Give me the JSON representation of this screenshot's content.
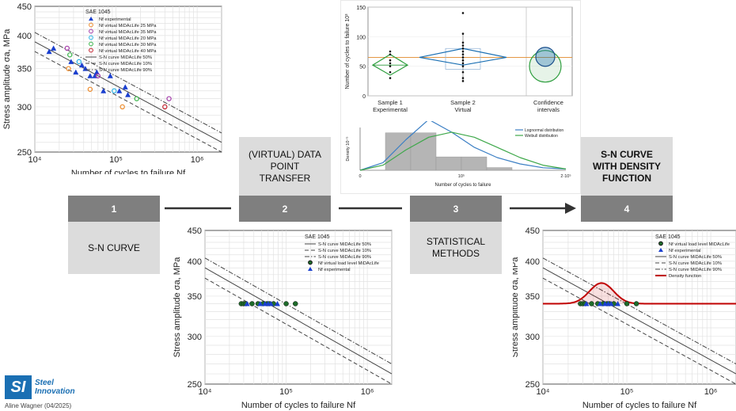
{
  "steps": [
    {
      "number": "1",
      "label": "S-N CURVE",
      "bold": false
    },
    {
      "number": "2",
      "label": "(VIRTUAL) DATA POINT TRANSFER",
      "bold": false
    },
    {
      "number": "3",
      "label": "STATISTICAL METHODS",
      "bold": false
    },
    {
      "number": "4",
      "label": "S-N CURVE WITH DENSITY FUNCTION",
      "bold": true
    }
  ],
  "colors": {
    "step_box": "#7f7f7f",
    "label_box": "#dcdcdc",
    "density": "#c00000",
    "accent_blue": "#1a6fb3"
  },
  "footer": {
    "author": "Aline Wagner (04/2025)",
    "logo_mark": "SI",
    "logo_line1": "Steel",
    "logo_line2": "Innovation"
  },
  "chart_data": [
    {
      "id": "sn-curve-step1",
      "type": "scatter",
      "title": "SAE 1045",
      "xlabel": "Number of cycles to failure Nf",
      "ylabel": "Stress amplitude σa, MPa",
      "xlim": [
        10000,
        2000000
      ],
      "ylim": [
        250,
        450
      ],
      "xscale": "log",
      "yscale": "log",
      "xticks": [
        "10⁴",
        "10⁵",
        "10⁶"
      ],
      "yticks": [
        "250",
        "300",
        "350",
        "400",
        "450"
      ],
      "grid": true,
      "legend_position": "top",
      "legend": [
        "Nf experimental",
        "Nf virtual MiDAcLife 25 MPa",
        "Nf virtual MiDAcLife 35 MPa",
        "Nf virtual MiDAcLife 20 MPa",
        "Nf virtual MiDAcLife 30 MPa",
        "Nf virtual MiDAcLife 40 MPa",
        "S-N curve MiDAcLife 50%",
        "S-N curve MiDAcLife 10%",
        "S-N curve MiDAcLife 90%"
      ],
      "series": [
        {
          "name": "Nf experimental",
          "marker": "triangle",
          "color": "#1a3fcf",
          "points": [
            [
              15000,
              375
            ],
            [
              17000,
              380
            ],
            [
              28000,
              360
            ],
            [
              32000,
              345
            ],
            [
              38000,
              355
            ],
            [
              42000,
              350
            ],
            [
              48000,
              340
            ],
            [
              55000,
              340
            ],
            [
              58000,
              345
            ],
            [
              70000,
              320
            ],
            [
              85000,
              340
            ],
            [
              110000,
              320
            ],
            [
              130000,
              325
            ],
            [
              140000,
              315
            ]
          ]
        },
        {
          "name": "Nf virtual MiDAcLife 25 MPa",
          "marker": "circle",
          "color": "#ee8a2a",
          "points": [
            [
              26000,
              350
            ],
            [
              48000,
              322
            ],
            [
              120000,
              300
            ]
          ]
        },
        {
          "name": "Nf virtual MiDAcLife 35 MPa",
          "marker": "circle",
          "color": "#a23aa8",
          "points": [
            [
              25000,
              380
            ],
            [
              60000,
              340
            ],
            [
              450000,
              310
            ]
          ]
        },
        {
          "name": "Nf virtual MiDAcLife 20 MPa",
          "marker": "circle",
          "color": "#28b3e6",
          "points": [
            [
              35000,
              360
            ],
            [
              95000,
              320
            ]
          ]
        },
        {
          "name": "Nf virtual MiDAcLife 30 MPa",
          "marker": "circle",
          "color": "#3ab54a",
          "points": [
            [
              27000,
              370
            ],
            [
              180000,
              310
            ]
          ]
        },
        {
          "name": "Nf virtual MiDAcLife 40 MPa",
          "marker": "circle",
          "color": "#c2202e",
          "points": [
            [
              400000,
              300
            ]
          ]
        }
      ],
      "curves": [
        {
          "name": "S-N curve MiDAcLife 50%",
          "style": "solid",
          "points": [
            [
              10000,
              390
            ],
            [
              2000000,
              260
            ]
          ]
        },
        {
          "name": "S-N curve MiDAcLife 10%",
          "style": "dash",
          "points": [
            [
              10000,
              375
            ],
            [
              2000000,
              250
            ]
          ]
        },
        {
          "name": "S-N curve MiDAcLife 90%",
          "style": "dashdot",
          "points": [
            [
              10000,
              405
            ],
            [
              2000000,
              270
            ]
          ]
        }
      ]
    },
    {
      "id": "sn-curve-step2",
      "type": "scatter",
      "title": "SAE 1045",
      "xlabel": "Number of cycles to failure Nf",
      "ylabel": "Stress amplitude σa, MPa",
      "xlim": [
        10000,
        2000000
      ],
      "ylim": [
        250,
        450
      ],
      "xscale": "log",
      "yscale": "log",
      "xticks": [
        "10⁴",
        "10⁵",
        "10⁶"
      ],
      "yticks": [
        "250",
        "300",
        "350",
        "400",
        "450"
      ],
      "grid": true,
      "legend_position": "top-right",
      "legend": [
        "S-N curve MiDAcLife 50%",
        "S-N curve MiDAcLife 10%",
        "S-N curve MiDAcLife 90%",
        "Nf virtual load level MiDAcLife",
        "Nf experimental"
      ],
      "series": [
        {
          "name": "Nf virtual load level MiDAcLife",
          "marker": "circle",
          "color": "#1e6b2a",
          "points": [
            [
              28000,
              340
            ],
            [
              30000,
              340
            ],
            [
              32000,
              340
            ],
            [
              38000,
              340
            ],
            [
              45000,
              340
            ],
            [
              52000,
              340
            ],
            [
              58000,
              340
            ],
            [
              62000,
              340
            ],
            [
              70000,
              340
            ],
            [
              100000,
              340
            ],
            [
              130000,
              340
            ]
          ]
        },
        {
          "name": "Nf experimental",
          "marker": "triangle",
          "color": "#1a3fcf",
          "points": [
            [
              33000,
              340
            ],
            [
              48000,
              340
            ],
            [
              55000,
              340
            ],
            [
              60000,
              340
            ],
            [
              65000,
              340
            ],
            [
              78000,
              340
            ]
          ]
        }
      ],
      "curves": [
        {
          "name": "S-N curve MiDAcLife 50%",
          "style": "solid",
          "points": [
            [
              10000,
              390
            ],
            [
              2000000,
              260
            ]
          ]
        },
        {
          "name": "S-N curve MiDAcLife 10%",
          "style": "dash",
          "points": [
            [
              10000,
              375
            ],
            [
              2000000,
              250
            ]
          ]
        },
        {
          "name": "S-N curve MiDAcLife 90%",
          "style": "dashdot",
          "points": [
            [
              10000,
              405
            ],
            [
              2000000,
              270
            ]
          ]
        }
      ]
    },
    {
      "id": "boxplot-step3",
      "type": "scatter",
      "ylabel": "Number of cycles to failure 10³",
      "ylim": [
        0,
        150
      ],
      "yticks": [
        "0",
        "50",
        "100",
        "150"
      ],
      "categories": [
        "Sample 1 Experimental",
        "Sample 2 Virtual",
        "Confidence intervals"
      ],
      "series": [
        {
          "name": "Sample 1",
          "color": "#2e9e3e",
          "values": [
            30,
            40,
            50,
            55,
            60,
            70,
            75
          ]
        },
        {
          "name": "Sample 2",
          "color": "#1a6fb3",
          "values": [
            25,
            30,
            40,
            50,
            55,
            60,
            65,
            70,
            75,
            80,
            85,
            90,
            105,
            140
          ]
        }
      ],
      "mean_line": 65
    },
    {
      "id": "density-step3",
      "type": "area",
      "xlabel": "Number of cycles to failure",
      "ylabel": "Density 10⁻⁵",
      "xticks": [
        "0",
        "10⁵",
        "2·10⁵"
      ],
      "legend": [
        "Lognormal distribution",
        "Weibull distribution"
      ],
      "series": [
        {
          "name": "Lognormal distribution",
          "color": "#3b7fc4",
          "values": [
            0,
            0.3,
            1.2,
            2.0,
            1.5,
            0.9,
            0.5,
            0.25,
            0.1,
            0.05
          ]
        },
        {
          "name": "Weibull distribution",
          "color": "#3ea84a",
          "values": [
            0,
            0.2,
            0.8,
            1.3,
            1.5,
            1.3,
            0.9,
            0.5,
            0.2,
            0.05
          ]
        }
      ],
      "histogram": [
        1.4,
        1.4,
        0.5,
        0.5,
        0.1
      ]
    },
    {
      "id": "sn-curve-step4",
      "type": "scatter",
      "title": "SAE 1045",
      "xlabel": "Number of cycles to failure Nf",
      "ylabel": "Stress amplitude σa, MPa",
      "xlim": [
        10000,
        2000000
      ],
      "ylim": [
        250,
        450
      ],
      "xscale": "log",
      "yscale": "log",
      "xticks": [
        "10⁴",
        "10⁵",
        "10⁶"
      ],
      "yticks": [
        "250",
        "300",
        "350",
        "400",
        "450"
      ],
      "grid": true,
      "legend_position": "top-right",
      "legend": [
        "Nf virtual load level MiDAcLife",
        "Nf experimental",
        "S-N curve MiDAcLife 50%",
        "S-N curve MiDAcLife 10%",
        "S-N curve MiDAcLife 90%",
        "Density function"
      ],
      "series": [
        {
          "name": "Nf virtual load level MiDAcLife",
          "marker": "circle",
          "color": "#1e6b2a",
          "points": [
            [
              28000,
              340
            ],
            [
              30000,
              340
            ],
            [
              32000,
              340
            ],
            [
              38000,
              340
            ],
            [
              45000,
              340
            ],
            [
              52000,
              340
            ],
            [
              58000,
              340
            ],
            [
              62000,
              340
            ],
            [
              70000,
              340
            ],
            [
              100000,
              340
            ],
            [
              130000,
              340
            ]
          ]
        },
        {
          "name": "Nf experimental",
          "marker": "triangle",
          "color": "#1a3fcf",
          "points": [
            [
              33000,
              340
            ],
            [
              48000,
              340
            ],
            [
              55000,
              340
            ],
            [
              60000,
              340
            ],
            [
              65000,
              340
            ],
            [
              78000,
              340
            ]
          ]
        }
      ],
      "curves": [
        {
          "name": "S-N curve MiDAcLife 50%",
          "style": "solid",
          "points": [
            [
              10000,
              390
            ],
            [
              2000000,
              260
            ]
          ]
        },
        {
          "name": "S-N curve MiDAcLife 10%",
          "style": "dash",
          "points": [
            [
              10000,
              375
            ],
            [
              2000000,
              250
            ]
          ]
        },
        {
          "name": "S-N curve MiDAcLife 90%",
          "style": "dashdot",
          "points": [
            [
              10000,
              405
            ],
            [
              2000000,
              270
            ]
          ]
        }
      ],
      "density_peak": {
        "center_cycles": 50000,
        "baseline": 340,
        "peak": 368
      }
    }
  ]
}
